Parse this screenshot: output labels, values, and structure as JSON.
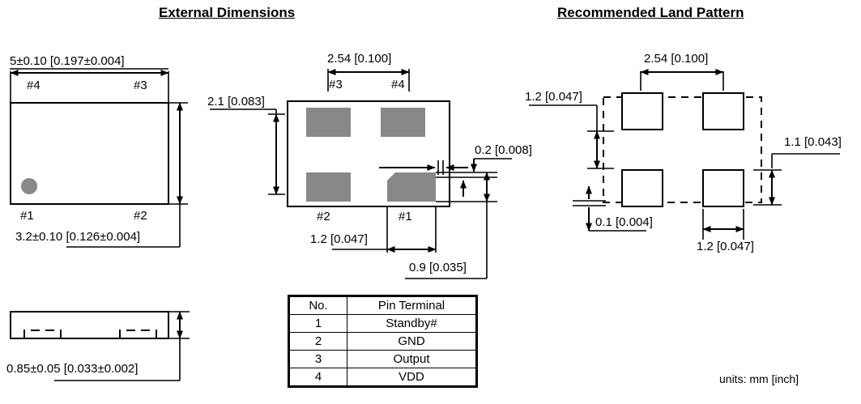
{
  "titles": {
    "external": "External Dimensions",
    "land_pattern": "Recommended Land Pattern"
  },
  "units_note": "units:  mm [inch]",
  "top_view": {
    "width_dim": "5±0.10 [0.197±0.004]",
    "height_dim": "3.2±0.10 [0.126±0.004]",
    "pin_labels": {
      "top_left": "#4",
      "top_right": "#3",
      "bottom_left": "#1",
      "bottom_right": "#2"
    }
  },
  "side_view": {
    "thickness_dim": "0.85±0.05 [0.033±0.002]"
  },
  "bottom_view": {
    "pad_pitch_dim": "2.54 [0.100]",
    "pad_row_dim": "2.1 [0.083]",
    "gap_dim": "0.1 [0.004]",
    "edge_dim": "0.2 [0.008]",
    "pad_width_dim": "1.2 [0.047]",
    "pad_height_dim": "0.9 [0.035]",
    "pin_labels": {
      "top_left": "#3",
      "top_right": "#4",
      "bottom_left": "#2",
      "bottom_right": "#1"
    }
  },
  "land_pattern": {
    "pitch_dim": "2.54 [0.100]",
    "left_dim": "1.2 [0.047]",
    "right_dim": "1.1 [0.043]",
    "bottom_left_dim": "0.1 [0.004]",
    "bottom_dim": "1.2 [0.047]"
  },
  "pin_table": {
    "headers": [
      "No.",
      "Pin Terminal"
    ],
    "rows": [
      [
        "1",
        "Standby#"
      ],
      [
        "2",
        "GND"
      ],
      [
        "3",
        "Output"
      ],
      [
        "4",
        "VDD"
      ]
    ]
  },
  "colors": {
    "pad_fill": "#888888",
    "line": "#000000",
    "background": "#ffffff"
  }
}
